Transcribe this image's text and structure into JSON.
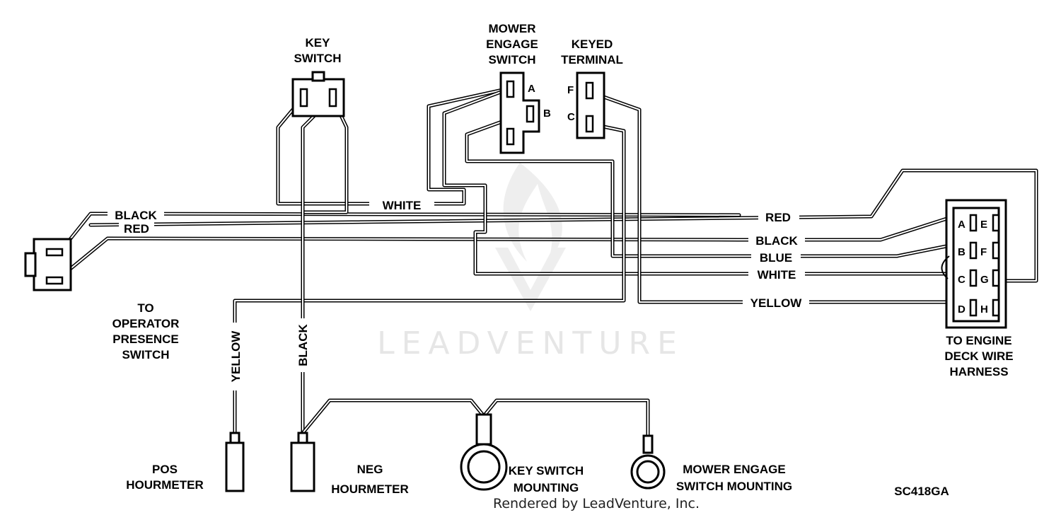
{
  "components": {
    "key_switch": [
      "KEY",
      "SWITCH"
    ],
    "mower_engage_switch": [
      "MOWER",
      "ENGAGE",
      "SWITCH"
    ],
    "keyed_terminal": [
      "KEYED",
      "TERMINAL"
    ],
    "operator_presence": [
      "TO",
      "OPERATOR",
      "PRESENCE",
      "SWITCH"
    ],
    "engine_deck": [
      "TO ENGINE",
      "DECK WIRE",
      "HARNESS"
    ],
    "pos_hourmeter": [
      "POS",
      "HOURMETER"
    ],
    "neg_hourmeter": [
      "NEG",
      "HOURMETER"
    ],
    "key_switch_mounting": [
      "KEY SWITCH",
      "MOUNTING"
    ],
    "mower_engage_mounting": [
      "MOWER ENGAGE",
      "SWITCH MOUNTING"
    ]
  },
  "pins": {
    "mower_a": "A",
    "mower_b": "B",
    "keyed_f": "F",
    "keyed_c": "C",
    "deck": [
      "A",
      "B",
      "C",
      "D",
      "E",
      "F",
      "G",
      "H"
    ]
  },
  "wires": {
    "white_top": "WHITE",
    "black_left": "BLACK",
    "red_left": "RED",
    "red_right": "RED",
    "black_right": "BLACK",
    "blue_right": "BLUE",
    "white_right": "WHITE",
    "yellow_right": "YELLOW",
    "yellow_vertical": "YELLOW",
    "black_vertical": "BLACK"
  },
  "diagram_code": "SC418GA",
  "watermark": "LEADVENTURE",
  "footer": "Rendered by LeadVenture, Inc."
}
